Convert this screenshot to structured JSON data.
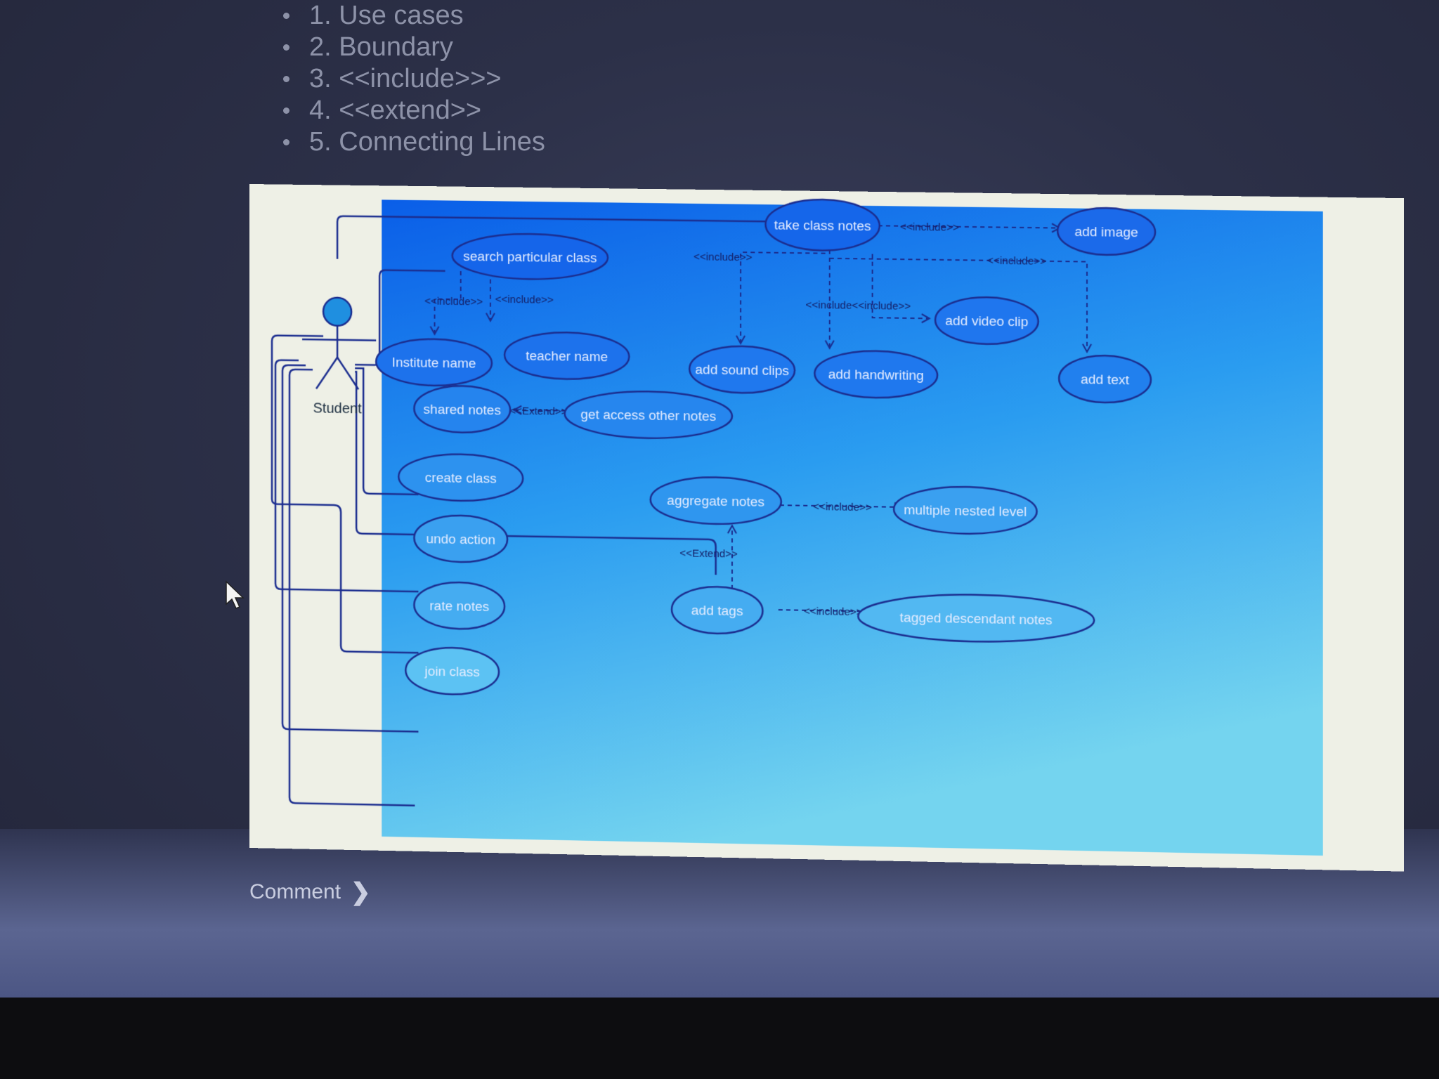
{
  "list": {
    "items": [
      "1. Use cases",
      "2. Boundary",
      "3. <<include>>>",
      "4. <<extend>>",
      "5. Connecting Lines"
    ]
  },
  "diagram": {
    "actor": "Student",
    "include": "<<include>>",
    "include_double": "<<include<<include>>",
    "extend": "<<Extend>>",
    "use_cases": {
      "take_class_notes": "take class notes",
      "add_image": "add image",
      "search_particular_class": "search particular class",
      "institute_name": "Institute name",
      "teacher_name": "teacher name",
      "add_sound_clips": "add sound clips",
      "add_handwriting": "add handwriting",
      "add_video_clip": "add video clip",
      "add_text": "add text",
      "shared_notes": "shared notes",
      "get_access_other_notes": "get access other notes",
      "create_class": "create class",
      "aggregate_notes": "aggregate notes",
      "multiple_nested_level": "multiple nested level",
      "undo_action": "undo action",
      "rate_notes": "rate notes",
      "add_tags": "add tags",
      "tagged_descendant_notes": "tagged descendant notes",
      "join_class": "join class"
    }
  },
  "comment": {
    "label": "Comment"
  },
  "colors": {
    "stroke": "#1b2d8f",
    "actor_head": "#1f8fe0",
    "panel_top": "#0a5ee8",
    "panel_bottom": "#6fd0ee",
    "paper": "#eef0e6"
  },
  "icons": [
    "cursor-arrow-icon",
    "chevron-right-icon"
  ]
}
